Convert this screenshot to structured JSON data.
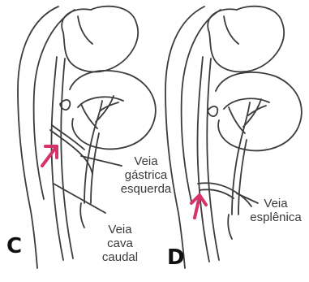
{
  "panels": {
    "c": {
      "letter": "C",
      "label_gastric_line1": "Veia",
      "label_gastric_line2": "gástrica",
      "label_gastric_line3": "esquerda",
      "label_cava_line1": "Veia",
      "label_cava_line2": "cava",
      "label_cava_line3": "caudal"
    },
    "d": {
      "letter": "D",
      "label_splenic_line1": "Veia",
      "label_splenic_line2": "esplênica"
    }
  },
  "colors": {
    "line": "#3c3c3c",
    "arrow": "#d6336c",
    "text": "#3a3a3a"
  }
}
